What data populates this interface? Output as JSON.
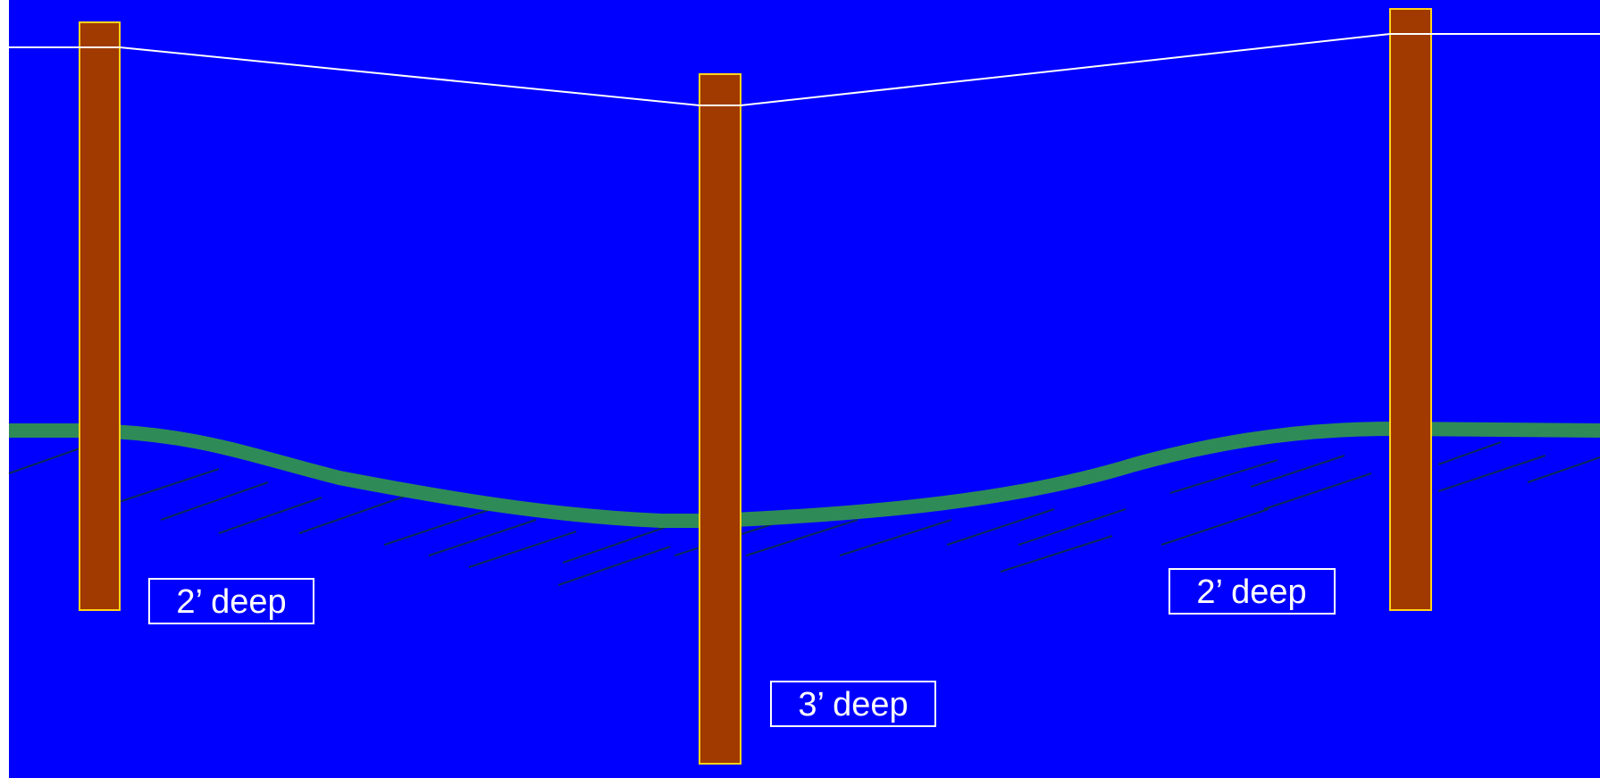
{
  "colors": {
    "background": "#0000ff",
    "post_fill": "#a03a00",
    "post_outline": "#ffd21a",
    "ground_line": "#2e8b57",
    "hatch": "#0b2a58",
    "wire": "#ffffff",
    "label_text": "#ffffff",
    "label_border": "#ffffff"
  },
  "labels": {
    "left": "2’ deep",
    "center": "3’ deep",
    "right": "2’ deep"
  }
}
